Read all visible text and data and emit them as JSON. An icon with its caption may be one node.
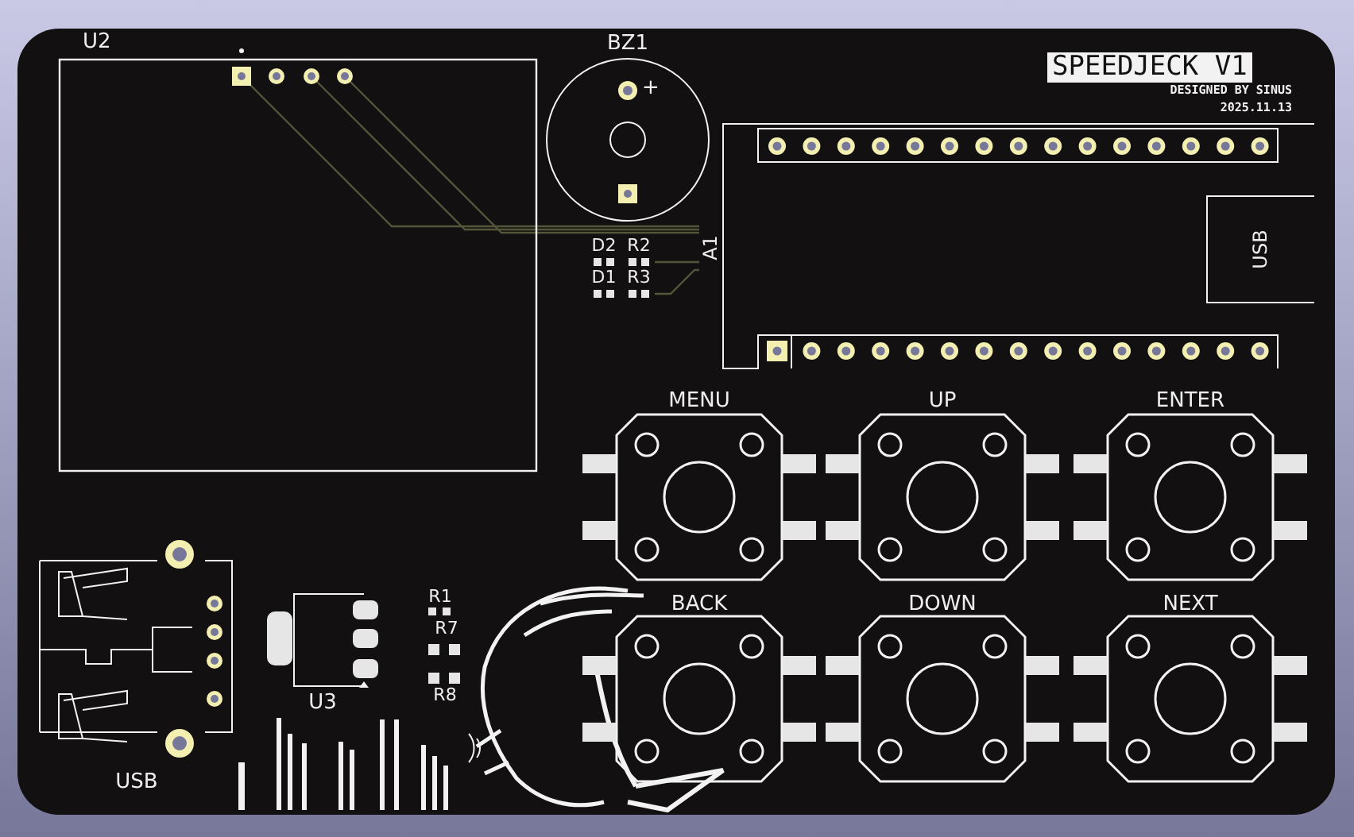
{
  "diagram": {
    "nodes": [
      {
        "text": [
          "U2"
        ]
      },
      {
        "text": [
          "BZ1"
        ]
      },
      {
        "text": [
          "A1"
        ]
      },
      {
        "text": [
          "USB"
        ],
        "in": 2
      },
      {
        "text": [
          "D2"
        ]
      },
      {
        "text": [
          "R2"
        ]
      },
      {
        "text": [
          "D1"
        ]
      },
      {
        "text": [
          "R3"
        ]
      },
      {
        "text": [
          "USB"
        ]
      },
      {
        "text": [
          "U3"
        ]
      },
      {
        "text": [
          "R1"
        ]
      },
      {
        "text": [
          "R7"
        ]
      },
      {
        "text": [
          "R8"
        ]
      },
      {
        "text": [
          "MENU"
        ]
      },
      {
        "text": [
          "UP"
        ]
      },
      {
        "text": [
          "ENTER"
        ]
      },
      {
        "text": [
          "BACK"
        ]
      },
      {
        "text": [
          "DOWN"
        ]
      },
      {
        "text": [
          "NEXT"
        ]
      }
    ],
    "edges": [
      {
        "from": 0,
        "to": 2,
        "arrow": "none"
      },
      {
        "from": 0,
        "to": 2,
        "arrow": "none"
      },
      {
        "from": 0,
        "to": 2,
        "arrow": "none"
      },
      {
        "from": 5,
        "to": 2,
        "arrow": "none"
      },
      {
        "from": 7,
        "to": 2,
        "arrow": "none"
      }
    ],
    "labels": [
      "+",
      "SPEEDJECK V1",
      "DESIGNED BY SINUS",
      "2025.11.13"
    ]
  }
}
